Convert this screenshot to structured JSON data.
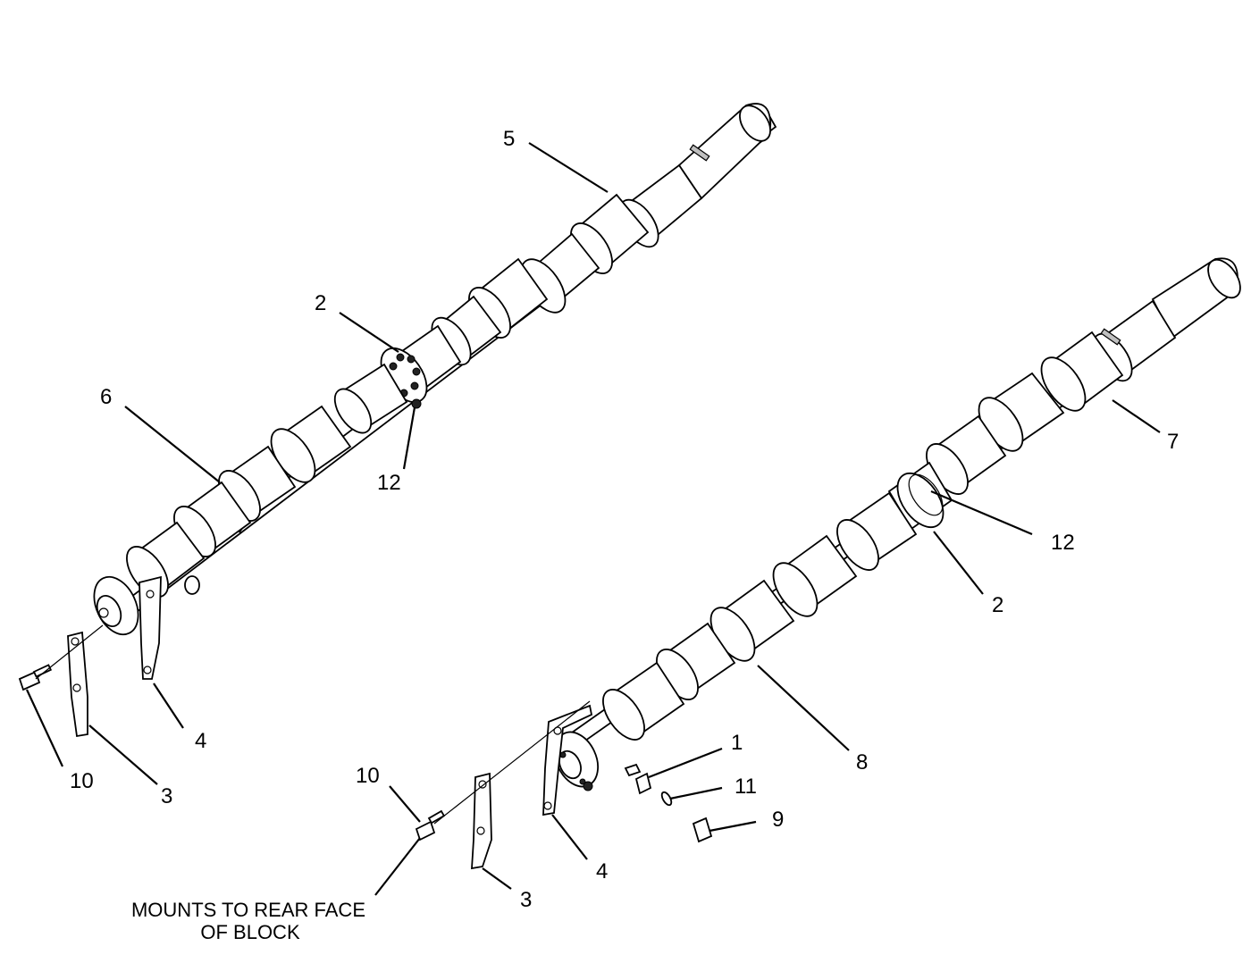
{
  "callouts": {
    "c5": "5",
    "c2_upper": "2",
    "c6": "6",
    "c12_upper": "12",
    "c7": "7",
    "c12_lower": "12",
    "c2_lower": "2",
    "c4_left": "4",
    "c10_left": "10",
    "c3_left": "3",
    "c8": "8",
    "c1": "1",
    "c11": "11",
    "c9": "9",
    "c10_right": "10",
    "c4_right": "4",
    "c3_right": "3"
  },
  "note": {
    "line1": "MOUNTS TO REAR FACE",
    "line2": "OF BLOCK"
  }
}
